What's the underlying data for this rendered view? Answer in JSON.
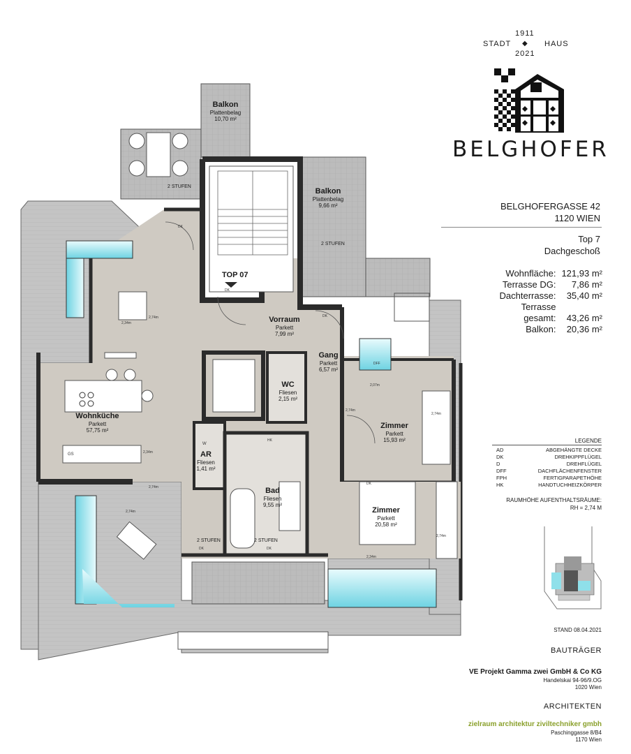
{
  "brand": {
    "top_left": "STADT",
    "year_top": "1911",
    "top_right": "HAUS",
    "year_bottom": "2021",
    "name": "BELGHOFER"
  },
  "address": {
    "street": "BELGHOFERGASSE 42",
    "city": "1120 WIEN"
  },
  "unit": {
    "top": "Top 7",
    "floor": "Dachgeschoß"
  },
  "areas": [
    {
      "label": "Wohnfläche:",
      "value": "121,93 m²"
    },
    {
      "label": "Terrasse DG:",
      "value": "7,86 m²"
    },
    {
      "label": "Dachterrasse:",
      "value": "35,40 m²"
    },
    {
      "label": "Terrasse gesamt:",
      "value": "43,26 m²"
    },
    {
      "label": "Balkon:",
      "value": "20,36 m²"
    }
  ],
  "legend": {
    "title": "LEGENDE",
    "items": [
      {
        "key": "AD",
        "value": "ABGEHÄNGTE DECKE"
      },
      {
        "key": "DK",
        "value": "DREHKIPPFLÜGEL"
      },
      {
        "key": "D",
        "value": "DREHFLÜGEL"
      },
      {
        "key": "DFF",
        "value": "DACHFLÄCHENFENSTER"
      },
      {
        "key": "FPH",
        "value": "FERTIGPARAPETHÖHE"
      },
      {
        "key": "HK",
        "value": "HANDTUCHHEIZKÖRPER"
      }
    ],
    "room_height_label": "RAUMHÖHE AUFENTHALTSRÄUME:",
    "room_height_value": "RH = 2,74 M"
  },
  "date": "STAND 08.04.2021",
  "developer": {
    "heading": "BAUTRÄGER",
    "name": "VE Projekt Gamma zwei GmbH & Co KG",
    "line1": "Handelskai 94-96/9.OG",
    "line2": "1020 Wien"
  },
  "architects": {
    "heading": "ARCHITEKTEN",
    "name": "zielraum architektur ziviltechniker gmbh",
    "line1": "Paschinggasse 8/B4",
    "line2": "1170 Wien"
  },
  "colors": {
    "accent_green": "#8aa02b",
    "floor": "#cfcac2",
    "wall": "#2b2b2b",
    "terrace": "#b9b9b9",
    "glass": "#7fd9e6"
  },
  "plan": {
    "top_label": "TOP 07",
    "rooms": [
      {
        "name": "Balkon",
        "floor": "Plattenbelag",
        "area": "10,70 m²"
      },
      {
        "name": "Balkon",
        "floor": "Plattenbelag",
        "area": "9,66 m²"
      },
      {
        "name": "Vorraum",
        "floor": "Parkett",
        "area": "7,99 m²"
      },
      {
        "name": "Gang",
        "floor": "Parkett",
        "area": "6,57 m²"
      },
      {
        "name": "WC",
        "floor": "Fliesen",
        "area": "2,15 m²"
      },
      {
        "name": "Wohnküche",
        "floor": "Parkett",
        "area": "57,75 m²"
      },
      {
        "name": "Zimmer",
        "floor": "Parkett",
        "area": "15,93 m²"
      },
      {
        "name": "AR",
        "floor": "Fliesen",
        "area": "1,41 m²"
      },
      {
        "name": "Bad",
        "floor": "Fliesen",
        "area": "9,55 m²"
      },
      {
        "name": "Zimmer",
        "floor": "Parkett",
        "area": "20,58 m²"
      }
    ],
    "steps": [
      "2 STUFEN",
      "2 STUFEN",
      "2 STUFEN",
      "2 STUFEN"
    ],
    "dims": [
      "2,74m",
      "2,34m",
      "2,74m",
      "2,74m",
      "2,74m",
      "2,07m",
      "2,74m",
      "2,74m",
      "2,34m",
      "2,34m"
    ],
    "tags": [
      "DK",
      "DK",
      "DK",
      "DFF",
      "GS",
      "W",
      "HK",
      "DK",
      "DK",
      "DK"
    ]
  }
}
